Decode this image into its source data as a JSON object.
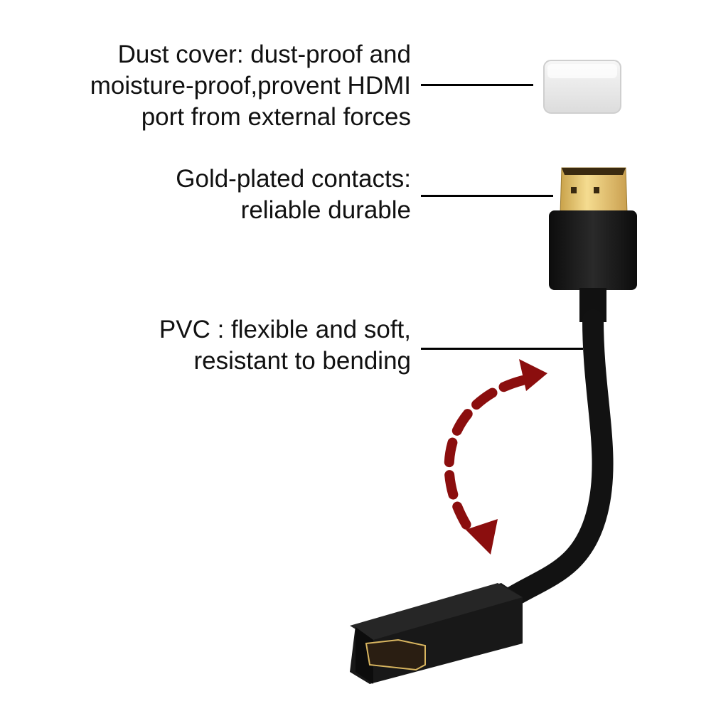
{
  "callouts": [
    {
      "id": "dust-cover",
      "lines": [
        "Dust cover: dust-proof and",
        "moisture-proof,provent HDMI",
        "port from external forces"
      ]
    },
    {
      "id": "gold-contacts",
      "lines": [
        "Gold-plated contacts:",
        "reliable durable"
      ]
    },
    {
      "id": "pvc",
      "lines": [
        "PVC : flexible and soft,",
        "resistant to bending"
      ]
    }
  ],
  "colors": {
    "background": "#ffffff",
    "text": "#111111",
    "connector_black": "#151515",
    "gold": "#e8c66a",
    "arrow_red": "#8b0e0e",
    "dust_cover": "#eeeeee"
  }
}
